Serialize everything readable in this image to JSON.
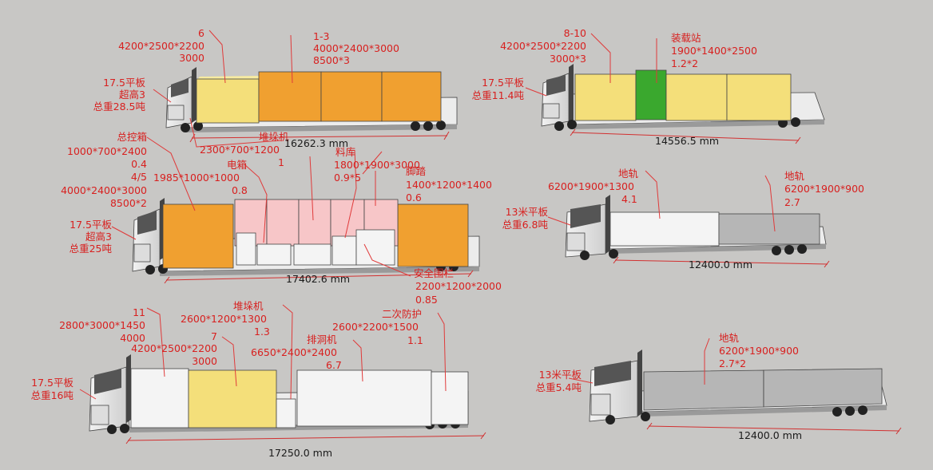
{
  "colors": {
    "annotation": "#d8201f",
    "yellow_cargo": "#f4df7a",
    "orange_cargo": "#f0a030",
    "pink_cargo": "#f7c6c8",
    "green_cargo": "#3aa82e",
    "white_cargo": "#f4f4f4",
    "gray_cargo": "#b6b6b6",
    "background": "#c8c7c5"
  },
  "trucks": [
    {
      "id": "t1",
      "truck_label": [
        "17.5平板",
        "超高3",
        "总重28.5吨"
      ],
      "dimension": "16262.3 mm",
      "cargo_labels": [
        [
          "6",
          "4200*2500*2200",
          "3000"
        ],
        [
          "1-3",
          "4000*2400*3000",
          "8500*3"
        ],
        [
          "堆垛机",
          "2300*700*1200",
          "1"
        ]
      ]
    },
    {
      "id": "t2",
      "truck_label": [
        "17.5平板",
        "总重11.4吨"
      ],
      "dimension": "14556.5 mm",
      "cargo_labels": [
        [
          "8-10",
          "4200*2500*2200",
          "3000*3"
        ],
        [
          "装载站",
          "1900*1400*2500",
          "1.2*2"
        ]
      ]
    },
    {
      "id": "t3",
      "truck_label": [
        "17.5平板",
        "超高3",
        "总重25吨"
      ],
      "dimension": "17402.6 mm",
      "cargo_labels": [
        [
          "总控箱",
          "1000*700*2400",
          "0.4",
          "4/5",
          "4000*2400*3000",
          "8500*2"
        ],
        [
          "电箱",
          "1985*1000*1000",
          "0.8"
        ],
        [
          "料库",
          "1800*1900*3000",
          "0.9*5"
        ],
        [
          "脚踏",
          "1400*1200*1400",
          "0.6"
        ],
        [
          "安全围栏",
          "2200*1200*2000",
          "0.85"
        ]
      ]
    },
    {
      "id": "t4",
      "truck_label": [
        "13米平板",
        "总重6.8吨"
      ],
      "dimension": "12400.0 mm",
      "cargo_labels": [
        [
          "地轨",
          "6200*1900*1300",
          "4.1"
        ],
        [
          "地轨",
          "6200*1900*900",
          "2.7"
        ]
      ]
    },
    {
      "id": "t5",
      "truck_label": [
        "17.5平板",
        "总重16吨"
      ],
      "dimension": "17250.0 mm",
      "cargo_labels": [
        [
          "11",
          "2800*3000*1450",
          "4000"
        ],
        [
          "7",
          "4200*2500*2200",
          "3000"
        ],
        [
          "堆垛机",
          "2600*1200*1300",
          "1.3"
        ],
        [
          "排洞机",
          "6650*2400*2400",
          "6.7"
        ],
        [
          "二次防护",
          "2600*2200*1500",
          "1.1"
        ]
      ]
    },
    {
      "id": "t6",
      "truck_label": [
        "13米平板",
        "总重5.4吨"
      ],
      "dimension": "12400.0 mm",
      "cargo_labels": [
        [
          "地轨",
          "6200*1900*900",
          "2.7*2"
        ]
      ]
    }
  ]
}
